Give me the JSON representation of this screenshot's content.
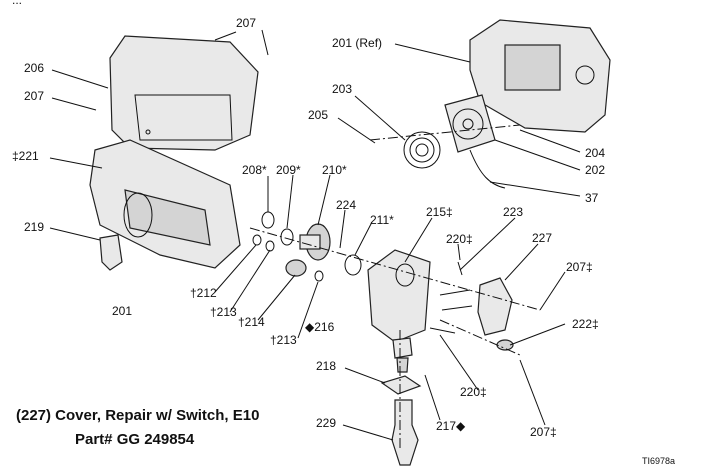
{
  "header_fragment": "...",
  "labels": {
    "l207a": "207",
    "l206": "206",
    "l207b": "207",
    "l201ref": "201 (Ref)",
    "l203": "203",
    "l205": "205",
    "l204": "204",
    "l202": "202",
    "l37": "37",
    "l221": "‡221",
    "l208": "208*",
    "l209": "209*",
    "l210": "210*",
    "l224": "224",
    "l211": "211*",
    "l215": "215‡",
    "l223": "223",
    "l220a": "220‡",
    "l227": "227",
    "l207c": "207‡",
    "l219": "219",
    "l212": "†212",
    "l213a": "†213",
    "l214": "†214",
    "l213b": "†213",
    "l201": "201",
    "l216": "◆216",
    "l222": "222‡",
    "l218": "218",
    "l220b": "220‡",
    "l229": "229",
    "l217": "217◆",
    "l207d": "207‡"
  },
  "caption": {
    "line1": "(227) Cover, Repair w/ Switch, E10",
    "line2": "Part# GG 249854"
  },
  "figure_id": "TI6978a"
}
